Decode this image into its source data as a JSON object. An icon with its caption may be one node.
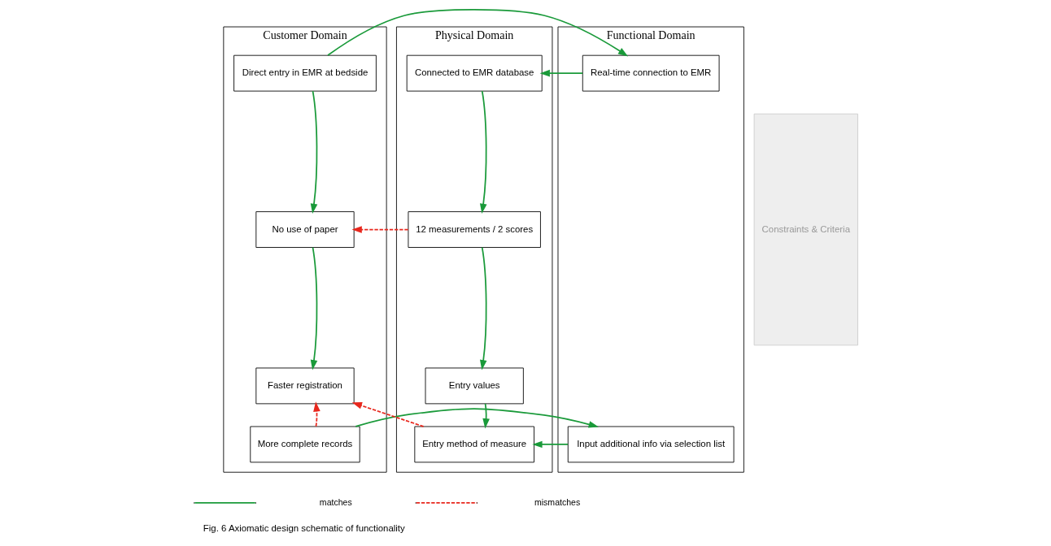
{
  "diagram": {
    "caption": "Fig. 6 Axiomatic design schematic of functionality",
    "nodes": [
      {
        "text": [
          "Customer Domain"
        ]
      },
      {
        "text": [
          "Direct entry in EMR at bedside"
        ],
        "in": 0
      },
      {
        "text": [
          "No use of paper"
        ],
        "in": 0
      },
      {
        "text": [
          "Faster registration"
        ],
        "in": 0
      },
      {
        "text": [
          "More complete records"
        ],
        "in": 0
      },
      {
        "text": [
          "Functional Domain"
        ]
      },
      {
        "text": [
          "Real-time connection to EMR"
        ],
        "in": 5
      },
      {
        "text": [
          "Input additional info via selection list"
        ],
        "in": 5
      },
      {
        "text": [
          "Constraints & Criteria"
        ]
      },
      {
        "text": [
          "Physical Domain"
        ]
      },
      {
        "text": [
          "Connected to EMR database"
        ],
        "in": 9
      },
      {
        "text": [
          "12 measurements / 2 scores"
        ],
        "in": 9
      },
      {
        "text": [
          "Entry values"
        ],
        "in": 9
      },
      {
        "text": [
          "Entry method of measure"
        ],
        "in": 9
      }
    ],
    "edges": [
      {
        "from": 1,
        "to": 6,
        "arrow": "to"
      },
      {
        "from": 6,
        "to": 10,
        "arrow": "to"
      },
      {
        "from": 1,
        "to": 2,
        "arrow": "to"
      },
      {
        "from": 10,
        "to": 11,
        "arrow": "to"
      },
      {
        "from": 11,
        "to": 2,
        "arrow": "to",
        "style": "dashed",
        "color": "#e8281e"
      },
      {
        "from": 2,
        "to": 3,
        "arrow": "to"
      },
      {
        "from": 11,
        "to": 12,
        "arrow": "to"
      },
      {
        "from": 13,
        "to": 3,
        "arrow": "to",
        "style": "dashed",
        "color": "#e8281e"
      },
      {
        "from": 12,
        "to": 13,
        "arrow": "to"
      },
      {
        "from": 4,
        "to": 3,
        "arrow": "to",
        "style": "dashed",
        "color": "#e8281e"
      },
      {
        "from": 4,
        "to": 7,
        "arrow": "to"
      },
      {
        "from": 7,
        "to": 13,
        "arrow": "to"
      }
    ],
    "legend": [
      {
        "text": "matches"
      },
      {
        "text": "mismatches"
      }
    ]
  }
}
